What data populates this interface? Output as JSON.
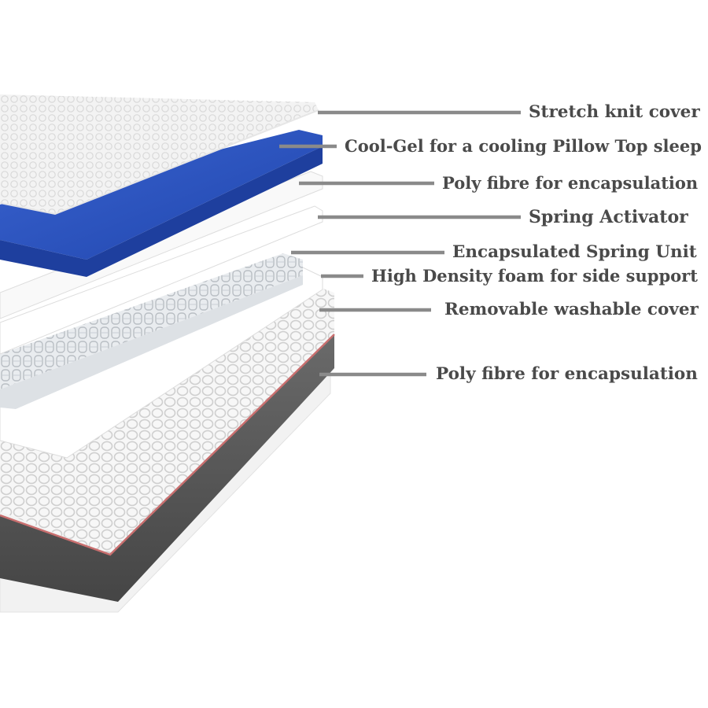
{
  "labels": [
    "Stretch knit cover",
    "Cool-Gel for a cooling Pillow Top sleep",
    "Poly fibre for encapsulation",
    "Spring Activator",
    "Encapsulated Spring Unit",
    "High Density foam for side support",
    "Removable washable cover",
    "Poly fibre for encapsulation"
  ],
  "colors": {
    "leader": "#8a8a8a",
    "label_text": "#4a4a4a",
    "gel_blue": "#2a52be",
    "cover_grey": "#555555",
    "piping": "#c96f6f",
    "fibre_white": "#f4f4f4"
  }
}
